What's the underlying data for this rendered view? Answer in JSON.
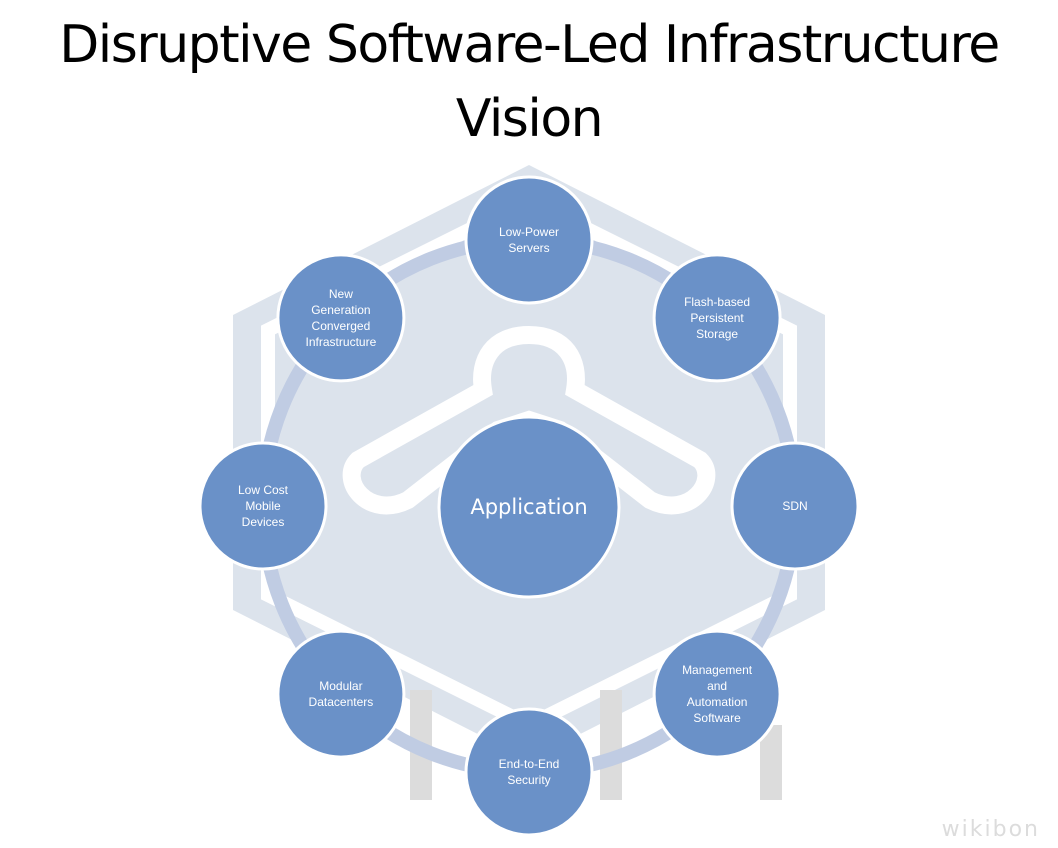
{
  "title": {
    "line1": "Disruptive Software-Led Infrastructure",
    "line2": "Vision"
  },
  "watermark": {
    "text": "wikibon"
  },
  "colors": {
    "node_fill": "#6a91c8",
    "node_stroke": "#ffffff",
    "ring": "#c0cce3",
    "watermark_shape": "#dce3ec",
    "watermark_text": "#d9d9d9"
  },
  "diagram": {
    "center": {
      "label": "Application"
    },
    "nodes": [
      {
        "id": "low-power-servers",
        "lines": [
          "Low-Power",
          "Servers"
        ]
      },
      {
        "id": "flash-storage",
        "lines": [
          "Flash-based",
          "Persistent",
          "Storage"
        ]
      },
      {
        "id": "sdn",
        "lines": [
          "SDN"
        ]
      },
      {
        "id": "management-automation",
        "lines": [
          "Management",
          "and",
          "Automation",
          "Software"
        ]
      },
      {
        "id": "end-to-end-security",
        "lines": [
          "End-to-End",
          "Security"
        ]
      },
      {
        "id": "modular-datacenters",
        "lines": [
          "Modular",
          "Datacenters"
        ]
      },
      {
        "id": "low-cost-mobile",
        "lines": [
          "Low Cost",
          "Mobile",
          "Devices"
        ]
      },
      {
        "id": "new-gen-converged",
        "lines": [
          "New",
          "Generation",
          "Converged",
          "Infrastructure"
        ]
      }
    ]
  }
}
